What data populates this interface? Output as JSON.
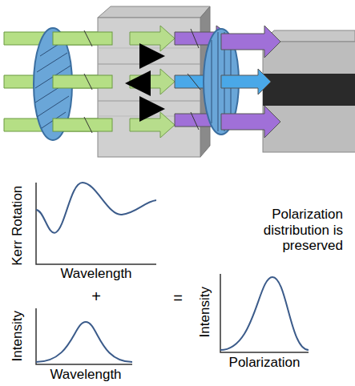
{
  "diagram": {
    "labels": [
      "Kerr Rotation",
      "Wavelength",
      "+",
      "Polarization distribution is preserved",
      "Intensity",
      "Wavelength",
      "=",
      "Intensity",
      "Polarization"
    ]
  }
}
